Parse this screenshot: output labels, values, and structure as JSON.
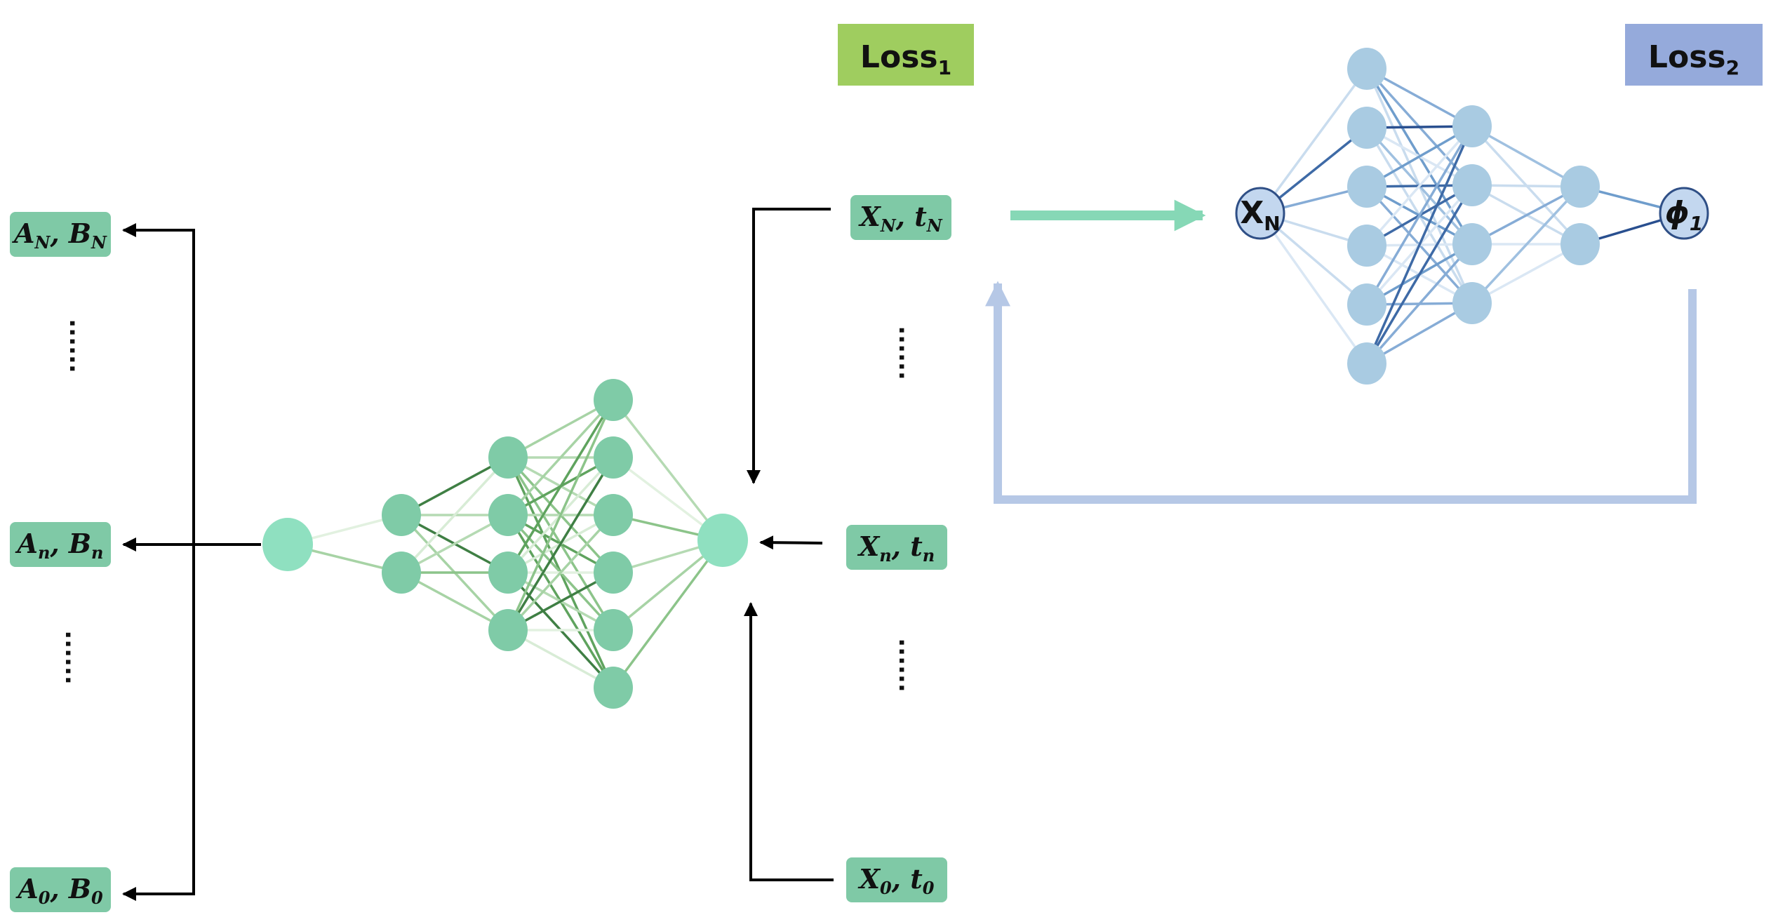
{
  "loss1": {
    "label": "Loss",
    "sub": "1",
    "color": "#9fcd5f"
  },
  "loss2": {
    "label": "Loss",
    "sub": "2",
    "color": "#95aadb"
  },
  "outputs": [
    {
      "a": "A",
      "a_sub": "N",
      "b": "B",
      "b_sub": "N"
    },
    {
      "a": "A",
      "a_sub": "n",
      "b": "B",
      "b_sub": "n"
    },
    {
      "a": "A",
      "a_sub": "0",
      "b": "B",
      "b_sub": "0"
    }
  ],
  "inputs": [
    {
      "x": "X",
      "x_sub": "N",
      "t": "t",
      "t_sub": "N"
    },
    {
      "x": "X",
      "x_sub": "n",
      "t": "t",
      "t_sub": "n"
    },
    {
      "x": "X",
      "x_sub": "0",
      "t": "t",
      "t_sub": "0"
    }
  ],
  "ellipsis": "......",
  "blue_net": {
    "input_node": {
      "label": "X",
      "sub": "N"
    },
    "output_node": {
      "label": "ϕ",
      "sub": "1"
    }
  },
  "colors": {
    "label_box": "#7fc9a6",
    "green_node": "#7fcba7",
    "green_io_node": "#8fe0c0",
    "blue_node": "#a9cbe2",
    "blue_io_node": "#c3d7ef",
    "feedback_arrow": "#b6c8e6",
    "forward_arrow": "#86d8b6"
  }
}
